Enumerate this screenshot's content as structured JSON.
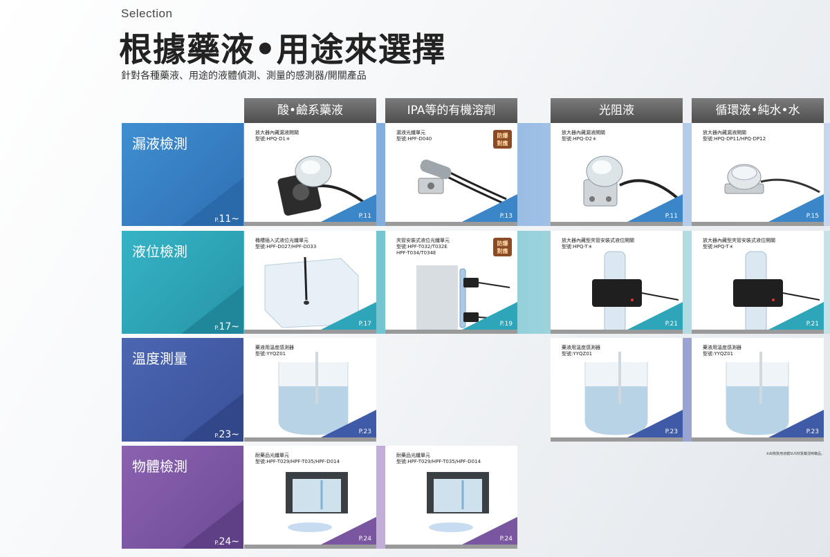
{
  "header": {
    "eyebrow": "Selection",
    "title": "根據藥液•用途來選擇",
    "subtitle": "針對各種藥液、用途的液體偵測、測量的感測器/開關產品"
  },
  "columns": [
    {
      "label": "酸•鹼系藥液"
    },
    {
      "label": "IPA等的有機溶劑"
    },
    {
      "label": "光阻液"
    },
    {
      "label": "循環液•純水•水"
    }
  ],
  "rows": [
    {
      "label": "漏液檢測",
      "page_prefix": "P.",
      "page": "11~",
      "color": "#3a86c8"
    },
    {
      "label": "液位檢測",
      "page_prefix": "P.",
      "page": "17~",
      "color": "#2ea5b8"
    },
    {
      "label": "溫度測量",
      "page_prefix": "P.",
      "page": "23~",
      "color": "#3f5aa6"
    },
    {
      "label": "物體檢測",
      "page_prefix": "P.",
      "page": "24~",
      "color": "#7a55a0"
    }
  ],
  "cards": {
    "leak_acid": {
      "name": "放大器內藏漏液開關",
      "model": "型號:HPQ-D1＊",
      "page": "P.11"
    },
    "leak_ipa": {
      "name": "漏液光纖單元",
      "model": "型號:HPF-D040",
      "page": "P.13",
      "badge": "防爆\n對應"
    },
    "leak_resist": {
      "name": "放大器內藏漏液開關",
      "model": "型號:HPQ-D2＊",
      "page": "P.11"
    },
    "leak_water": {
      "name": "放大器內藏漏液開關",
      "model": "型號:HPQ-DP11/HPQ-DP12",
      "page": "P.15"
    },
    "level_acid": {
      "name": "桶槽插入式液位光纖單元",
      "model": "型號:HPF-D027/HPF-D033",
      "page": "P.17"
    },
    "level_ipa": {
      "name": "夾管安裝式液位光纖單元",
      "model": "型號:HPF-T032/T032E\n         HPF-T034/T034E",
      "page": "P.19",
      "badge": "防爆\n對應"
    },
    "level_resist": {
      "name": "放大器內藏型夾管安裝式液位開關",
      "model": "型號:HPQ-T＊",
      "page": "P.21"
    },
    "level_water": {
      "name": "放大器內藏型夾管安裝式液位開關",
      "model": "型號:HPQ-T＊",
      "page": "P.21"
    },
    "temp_acid": {
      "name": "藥液用溫度感測器",
      "model": "型號:YYQZ01",
      "page": "P.23"
    },
    "temp_resist": {
      "name": "藥液用溫度感測器",
      "model": "型號:YYQZ01",
      "page": "P.23"
    },
    "temp_water": {
      "name": "藥液用溫度感測器",
      "model": "型號:YYQZ01",
      "page": "P.23"
    },
    "obj_acid": {
      "name": "耐藥品光纖單元",
      "model": "型號:HPF-T029/HPF-T035/HPF-D014",
      "page": "P.24"
    },
    "obj_ipa": {
      "name": "耐藥品光纖單元",
      "model": "型號:HPF-T029/HPF-T035/HPF-D014",
      "page": "P.24"
    }
  },
  "footnote": "※由物質用液體SUS材質藥浸時藥品。",
  "colors": {
    "leak": "#3a86c8",
    "level": "#2ea5b8",
    "temp": "#3f5aa6",
    "object": "#7a55a0",
    "badge": "#8a4a25",
    "column_header": "#5c5c5c"
  }
}
